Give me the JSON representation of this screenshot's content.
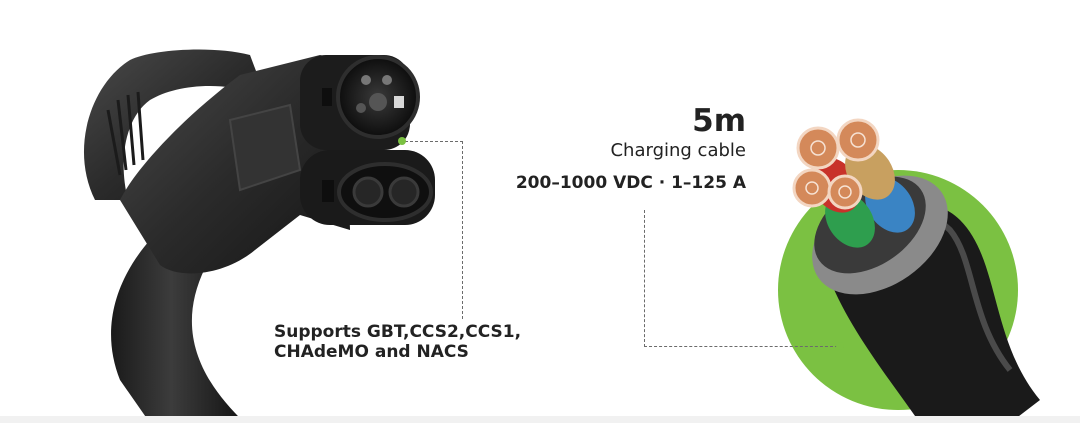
{
  "product": {
    "supports_line1": "Supports GBT,CCS2,CCS1,",
    "supports_line2": "CHAdeMO and NACS"
  },
  "cable": {
    "length": "5m",
    "description": "Charging cable",
    "rating": "200–1000 VDC · 1–125 A"
  },
  "colors": {
    "accent_green": "#7bc142",
    "connector_body": "#2a2a2a",
    "copper": "#d4895a"
  },
  "icons": {
    "connector": "ev-charging-connector-icon",
    "cable": "cable-cross-section-icon"
  }
}
